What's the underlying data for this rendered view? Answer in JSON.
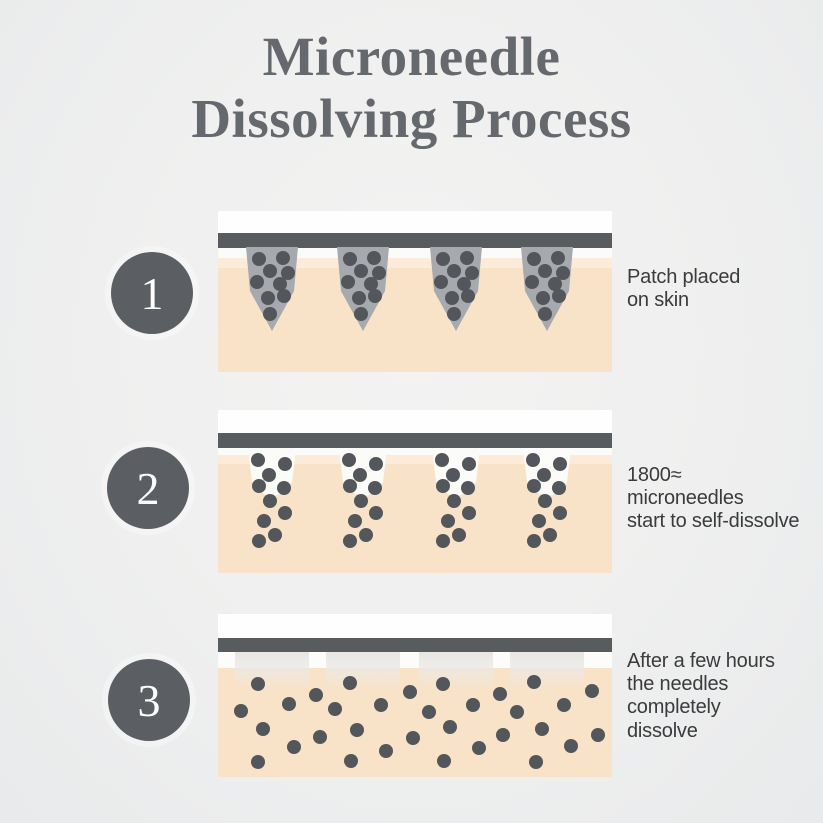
{
  "title": {
    "line1": "Microneedle",
    "line2": "Dissolving Process"
  },
  "colors": {
    "background": "#efefef",
    "patch_top_layer": "#fefefe",
    "patch_backing_bar": "#595c5f",
    "skin": "#f8e3c8",
    "needle_body": "#a6a9ad",
    "drug_dot": "#53565a",
    "dissolving_residue": "#e8e6e3",
    "step_badge": "#5b5e62",
    "title_text": "#65686c",
    "label_text": "#3a3b3c"
  },
  "steps": [
    {
      "number": "1",
      "illustration": "patch-with-needles-in-skin",
      "needle_count": 4,
      "label_lines": [
        "Patch placed",
        "on skin"
      ]
    },
    {
      "number": "2",
      "illustration": "needles-start-dissolving",
      "needle_count": 4,
      "label_lines": [
        "1800≈",
        "microneedles",
        "start to self-dissolve"
      ]
    },
    {
      "number": "3",
      "illustration": "needles-completely-dissolved",
      "needle_count": 4,
      "label_lines": [
        "After a few hours",
        "the needles",
        "completely",
        "dissolve"
      ]
    }
  ]
}
